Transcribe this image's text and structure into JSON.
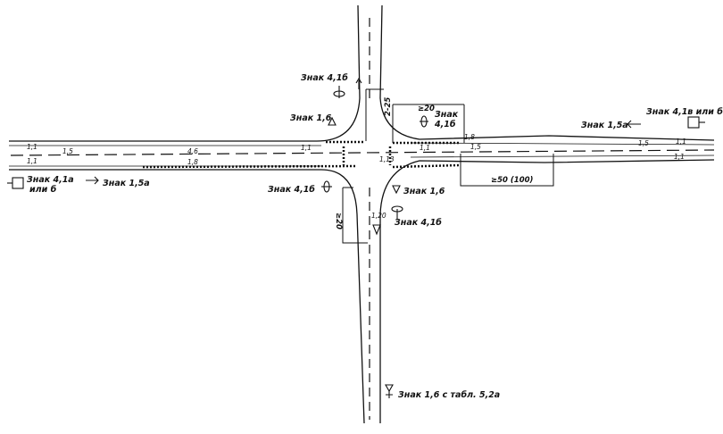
{
  "colors": {
    "ink": "#111111",
    "paper": "#ffffff"
  },
  "signs": {
    "sign_4_1b_top": "Знак 4,1б",
    "sign_1_6_top": "Знак 1,6",
    "sign_4_1b_east": "Знак",
    "sign_4_1b_east_num": "4,1б",
    "sign_1_5a_east": "Знак 1,5а",
    "sign_4_1v_east": "Знак 4,1в или б",
    "sign_4_1a_west": "Знак 4,1а",
    "sign_4_1a_west_or": "или б",
    "sign_1_5a_west": "Знак 1,5а",
    "sign_4_1b_bl": "Знак 4,1б",
    "sign_1_6_br": "Знак 1,6",
    "sign_4_1b_br": "Знак 4,1б",
    "sign_1_6_table": "Знак 1,6 с табл. 5,2а"
  },
  "markings": {
    "m_1_1_lw": "1,1",
    "m_1_5_lw": "1,5",
    "m_4_6": "4,6",
    "m_1_1_mid": "1,1",
    "m_1_1_lw2": "1,1",
    "m_1_8": "1,8",
    "m_1_13": "1,13",
    "m_1_1_c": "1,1",
    "m_1_8_e": "1,8",
    "m_1_5_e": "1,5",
    "m_1_5_fe": "1,5",
    "m_1_1_fe": "1,1",
    "m_1_1_fe2": "1,1",
    "m_1_20": "1,20"
  },
  "dimensions": {
    "d_2_25": "2-25",
    "d_ge20_top": "≥20",
    "d_ge50": "≥50 (100)",
    "d_ge20_bot": "≥20"
  }
}
